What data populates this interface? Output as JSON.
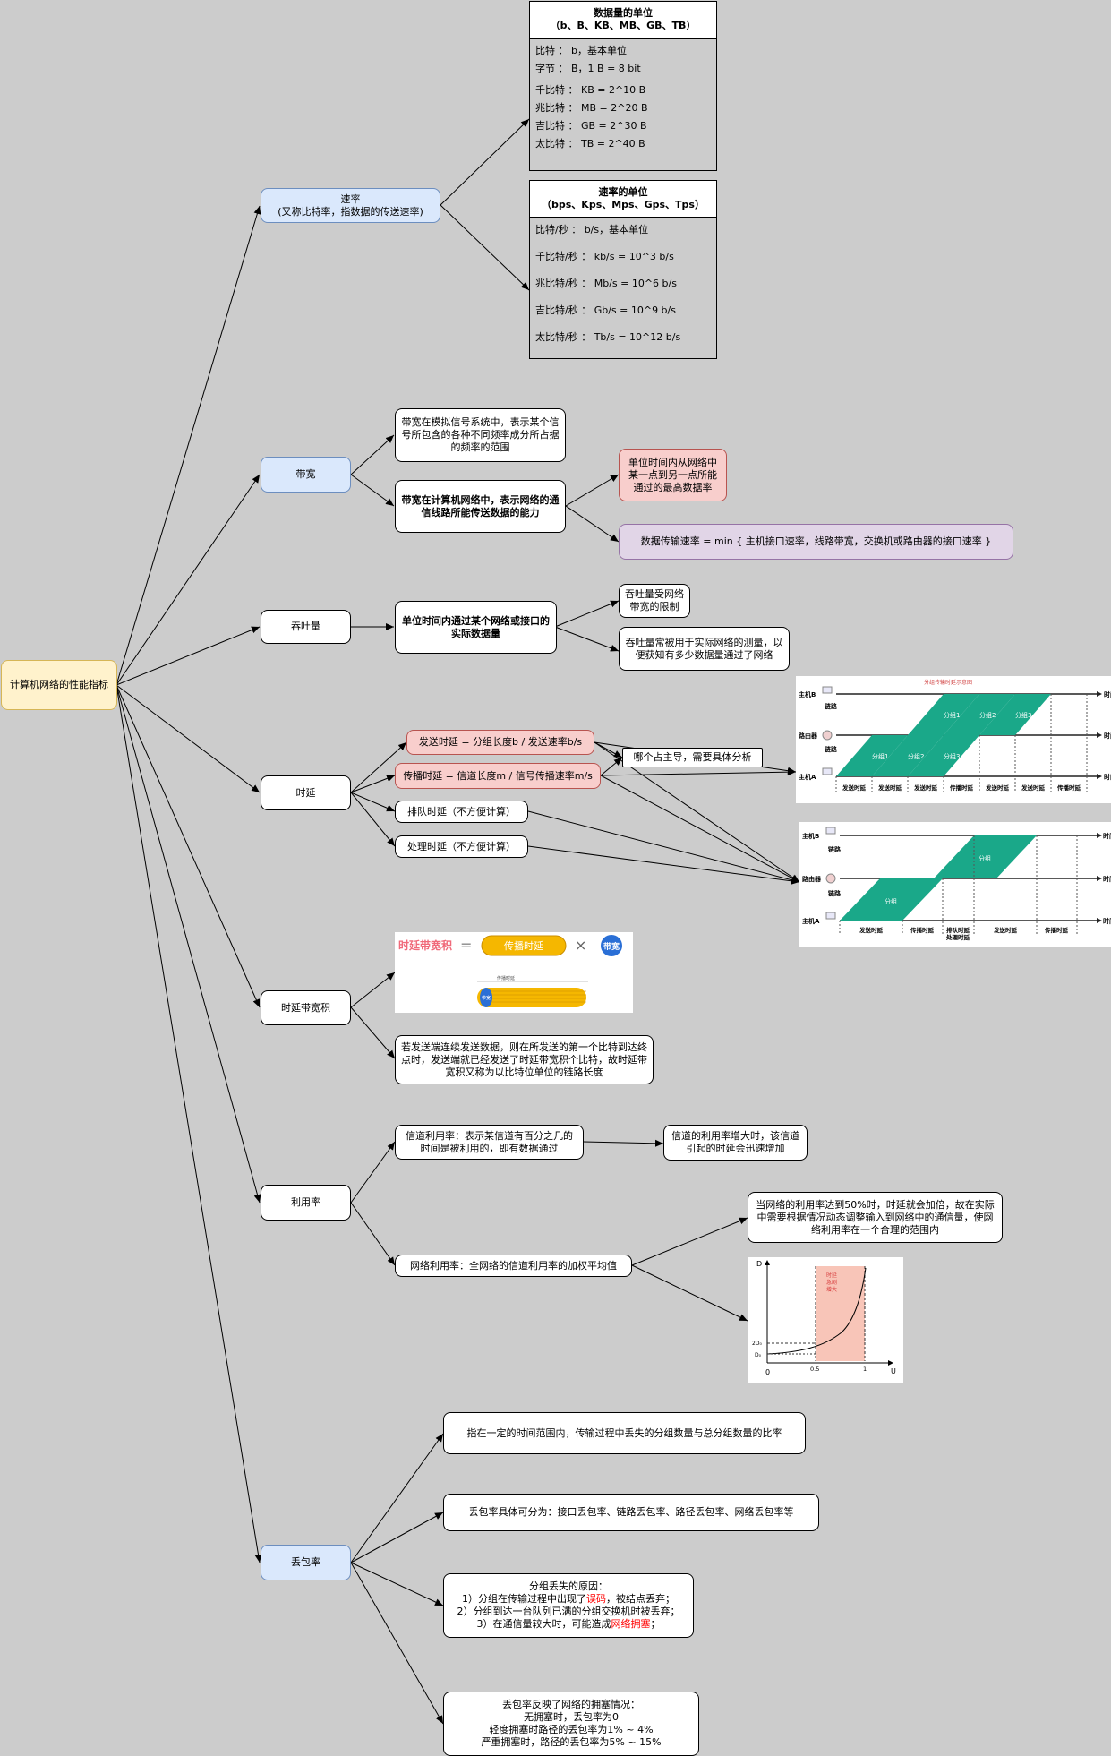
{
  "root": "计算机网络的性能指标",
  "rate": {
    "label": "速率\n(又称比特率，指数据的传送速率)",
    "units_table": {
      "header": "数据量的单位\n（b、B、KB、MB、GB、TB）",
      "rows": [
        "比特  ：  b，基本单位",
        "字节  ：  B，1 B = 8 bit",
        "千比特  ：  KB = 2^10 B",
        "兆比特  ：  MB = 2^20 B",
        "吉比特  ：  GB = 2^30 B",
        "太比特  ：  TB = 2^40 B"
      ]
    },
    "rate_table": {
      "header": "速率的单位\n（bps、Kps、Mps、Gps、Tps）",
      "rows": [
        "比特/秒  ：  b/s，基本单位",
        "千比特/秒  ：  kb/s = 10^3 b/s",
        "兆比特/秒  ：  Mb/s = 10^6 b/s",
        "吉比特/秒  ：  Gb/s = 10^9 b/s",
        "太比特/秒  ：  Tb/s = 10^12 b/s"
      ]
    }
  },
  "bandwidth": {
    "label": "带宽",
    "analog": "带宽在模拟信号系统中，表示某个信号所包含的各种不同频率成分所占据的频率的范围",
    "network": "带宽在计算机网络中，表示网络的通信线路所能传送数据的能力",
    "max_rate": "单位时间内从网络中某一点到另一点所能通过的最高数据率",
    "formula": "数据传输速率 = min { 主机接口速率，线路带宽，交换机或路由器的接口速率 }"
  },
  "throughput": {
    "label": "吞吐量",
    "definition": "单位时间内通过某个网络或接口的实际数据量",
    "limit": "吞吐量受网络带宽的限制",
    "usage": "吞吐量常被用于实际网络的测量，以便获知有多少数据量通过了网络"
  },
  "delay": {
    "label": "时延",
    "send": "发送时延 = 分组长度b / 发送速率b/s",
    "prop": "传播时延 = 信道长度m / 信号传播速率m/s",
    "queue": "排队时延（不方便计算）",
    "proc": "处理时延（不方便计算）",
    "dominant": "哪个占主导，需要具体分析",
    "fig1": {
      "caption": "分组传输时延示意图",
      "hosts": [
        "主机B",
        "路由器",
        "主机A"
      ],
      "link": "链路",
      "time": "时间",
      "packets": [
        "分组1",
        "分组2",
        "分组3"
      ],
      "bottom_labels": [
        "发送时延",
        "发送时延",
        "发送时延",
        "传播时延",
        "发送时延",
        "发送时延",
        "传播时延"
      ]
    },
    "fig2": {
      "hosts": [
        "主机B",
        "路由器",
        "主机A"
      ],
      "link": "链路",
      "time": "时间",
      "packet": "分组",
      "bottom_labels": [
        "发送时延",
        "传播时延",
        "排队时延\n处理时延",
        "发送时延",
        "传播时延"
      ]
    }
  },
  "bdp": {
    "label": "时延带宽积",
    "fig": {
      "title": "时延带宽积",
      "eq": "=",
      "prop": "传播时延",
      "times": "×",
      "bw": "带宽",
      "pipe_label": "传播时延",
      "pipe_end": "带宽"
    },
    "desc": "若发送端连续发送数据，则在所发送的第一个比特到达终点时，发送端就已经发送了时延带宽积个比特，故时延带宽积又称为以比特位单位的链路长度"
  },
  "utilization": {
    "label": "利用率",
    "channel": "信道利用率：表示某信道有百分之几的时间是被利用的，即有数据通过",
    "channel_effect": "信道的利用率增大时，该信道引起的时延会迅速增加",
    "network": "网络利用率：全网络的信道利用率的加权平均值",
    "network_note": "当网络的利用率达到50%时，时延就会加倍，故在实际中需要根据情况动态调整输入到网络中的通信量，使网络利用率在一个合理的范围内",
    "chart": {
      "ylabel": "D",
      "xlabel": "U",
      "ticks_x": [
        "0",
        "0.5",
        "1"
      ],
      "ticks_y": [
        "2D₀",
        "D₀"
      ],
      "region": "时延急剧增大"
    }
  },
  "loss": {
    "label": "丢包率",
    "def": "指在一定的时间范围内，传输过程中丢失的分组数量与总分组数量的比率",
    "types": "丢包率具体可分为：接口丢包率、链路丢包率、路径丢包率、网络丢包率等",
    "reasons": {
      "title": "分组丢失的原因：",
      "r1a": "1）分组在传输过程中出现了",
      "r1b": "误码",
      "r1c": "，被结点丢弃；",
      "r2": "2）分组到达一台队列已满的分组交换机时被丢弃；",
      "r3a": "3）在通信量较大时，可能造成",
      "r3b": "网络拥塞",
      "r3c": "；"
    },
    "congestion": "丢包率反映了网络的拥塞情况：\n无拥塞时，丢包率为0\n轻度拥塞时路径的丢包率为1% ~ 4%\n严重拥塞时，路径的丢包率为5% ~ 15%"
  }
}
